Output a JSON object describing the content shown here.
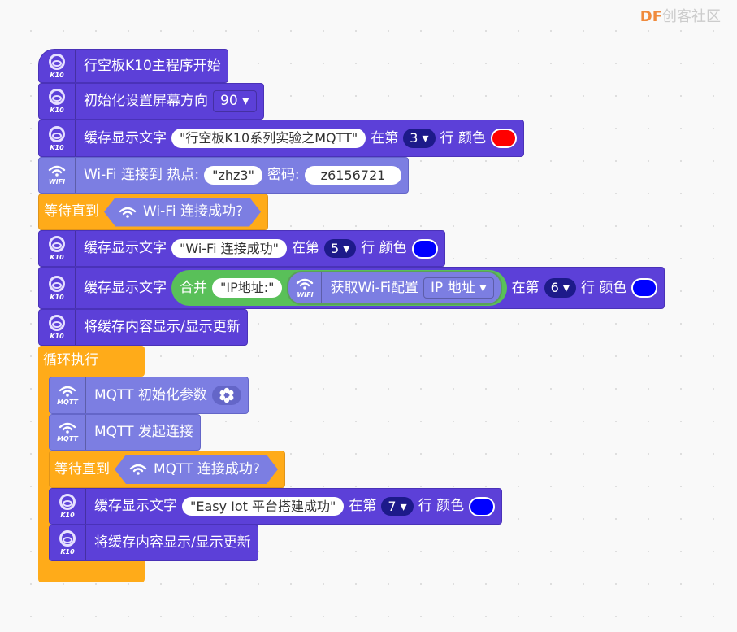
{
  "logo": {
    "brand": "DF",
    "text": "创客社区"
  },
  "blocks": {
    "start": "行空板K10主程序开始",
    "init": "初始化设置屏幕方向",
    "init_val": "90 ▾",
    "cache": "缓存显示文字",
    "row": "在第",
    "row2": "行 颜色",
    "t1": "\"行空板K10系列实验之MQTT\"",
    "r1": "3 ▾",
    "c1": "#ff0000",
    "wifi_connect": "Wi-Fi 连接到 热点:",
    "ssid": "\"zhz3\"",
    "pwd_label": "密码:",
    "pwd": "z6156721",
    "wait": "等待直到",
    "wifi_ok": "Wi-Fi 连接成功?",
    "t2": "\"Wi-Fi 连接成功\"",
    "r2": "5 ▾",
    "c2": "#0000ff",
    "join": "合并",
    "ip_label": "\"IP地址:\"",
    "get_cfg": "获取Wi-Fi配置",
    "ip_opt": "IP 地址 ▾",
    "r3": "6 ▾",
    "c3": "#0000ff",
    "refresh": "将缓存内容显示/显示更新",
    "loop": "循环执行",
    "mqtt_init": "MQTT 初始化参数",
    "mqtt_conn": "MQTT 发起连接",
    "mqtt_ok": "MQTT 连接成功?",
    "t4": "\"Easy Iot 平台搭建成功\"",
    "r4": "7 ▾",
    "c4": "#0000ff"
  },
  "icons": {
    "k10": "K10",
    "wifi": "WIFI",
    "mqtt": "MQTT"
  }
}
